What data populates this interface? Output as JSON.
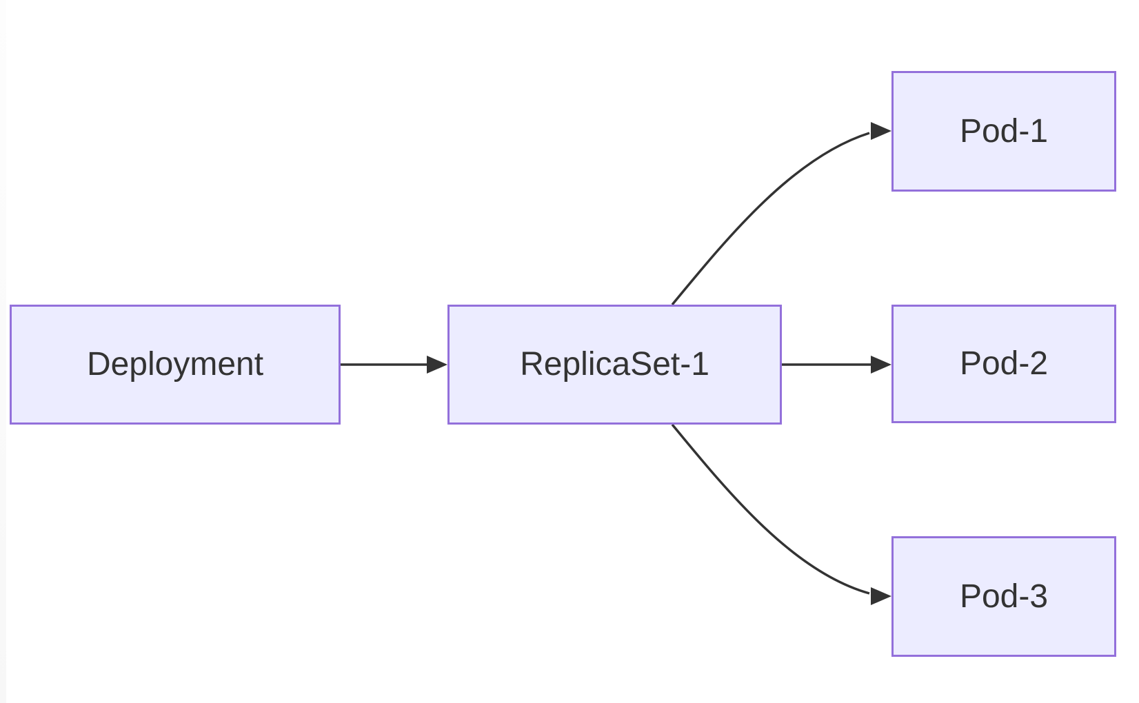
{
  "diagram": {
    "type": "flowchart",
    "direction": "left-to-right",
    "nodes": [
      {
        "id": "deployment",
        "label": "Deployment"
      },
      {
        "id": "replicaset-1",
        "label": "ReplicaSet-1"
      },
      {
        "id": "pod-1",
        "label": "Pod-1"
      },
      {
        "id": "pod-2",
        "label": "Pod-2"
      },
      {
        "id": "pod-3",
        "label": "Pod-3"
      }
    ],
    "edges": [
      {
        "from": "Deployment",
        "to": "ReplicaSet-1",
        "style": "straight-arrow"
      },
      {
        "from": "ReplicaSet-1",
        "to": "Pod-1",
        "style": "curved-arrow"
      },
      {
        "from": "ReplicaSet-1",
        "to": "Pod-2",
        "style": "straight-arrow"
      },
      {
        "from": "ReplicaSet-1",
        "to": "Pod-3",
        "style": "curved-arrow"
      }
    ],
    "colors": {
      "background": "#FFFFFF",
      "node_fill": "#ECECFF",
      "node_border": "#9370DB",
      "edge_line": "#333333",
      "label_text": "#333333"
    }
  }
}
